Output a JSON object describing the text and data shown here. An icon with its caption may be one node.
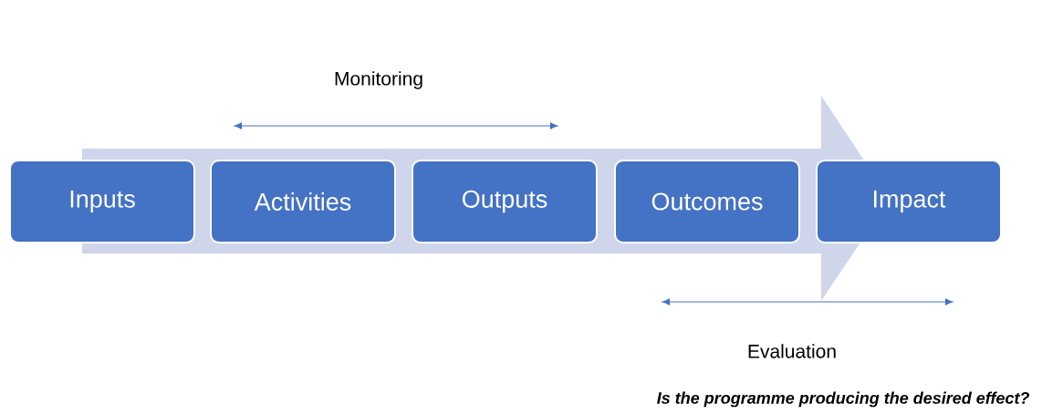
{
  "diagram": {
    "caption": "Is the programme producing the desired effect?",
    "nodes": [
      {
        "text": [
          "Inputs"
        ]
      },
      {
        "text": [
          "Activities"
        ]
      },
      {
        "text": [
          "Outputs"
        ]
      },
      {
        "text": [
          "Outcomes"
        ]
      },
      {
        "text": [
          "Impact"
        ]
      }
    ],
    "labels": [
      "Monitoring",
      "Evaluation"
    ]
  }
}
